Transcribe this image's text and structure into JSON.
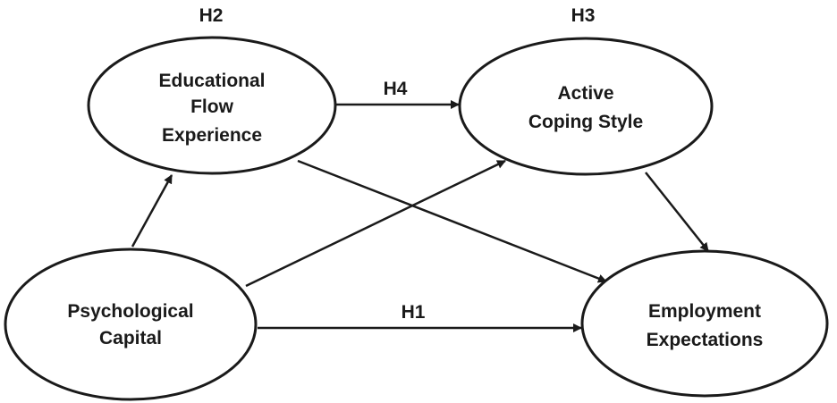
{
  "nodes": {
    "educational_flow": {
      "lines": [
        "Educational",
        "Flow",
        "Experience"
      ]
    },
    "active_coping": {
      "lines": [
        "Active",
        "Coping Style"
      ]
    },
    "psychological_capital": {
      "lines": [
        "Psychological",
        "Capital"
      ]
    },
    "employment_expectations": {
      "lines": [
        "Employment",
        "Expectations"
      ]
    }
  },
  "hypotheses": {
    "h1": "H1",
    "h2": "H2",
    "h3": "H3",
    "h4": "H4"
  },
  "edges": [
    {
      "from": "Psychological Capital",
      "to": "Educational Flow Experience"
    },
    {
      "from": "Psychological Capital",
      "to": "Active Coping Style"
    },
    {
      "from": "Psychological Capital",
      "to": "Employment Expectations",
      "label": "H1"
    },
    {
      "from": "Educational Flow Experience",
      "to": "Active Coping Style",
      "label": "H4"
    },
    {
      "from": "Educational Flow Experience",
      "to": "Employment Expectations"
    },
    {
      "from": "Active Coping Style",
      "to": "Employment Expectations"
    }
  ],
  "colors": {
    "stroke": "#1a1a1a",
    "background": "#ffffff"
  }
}
